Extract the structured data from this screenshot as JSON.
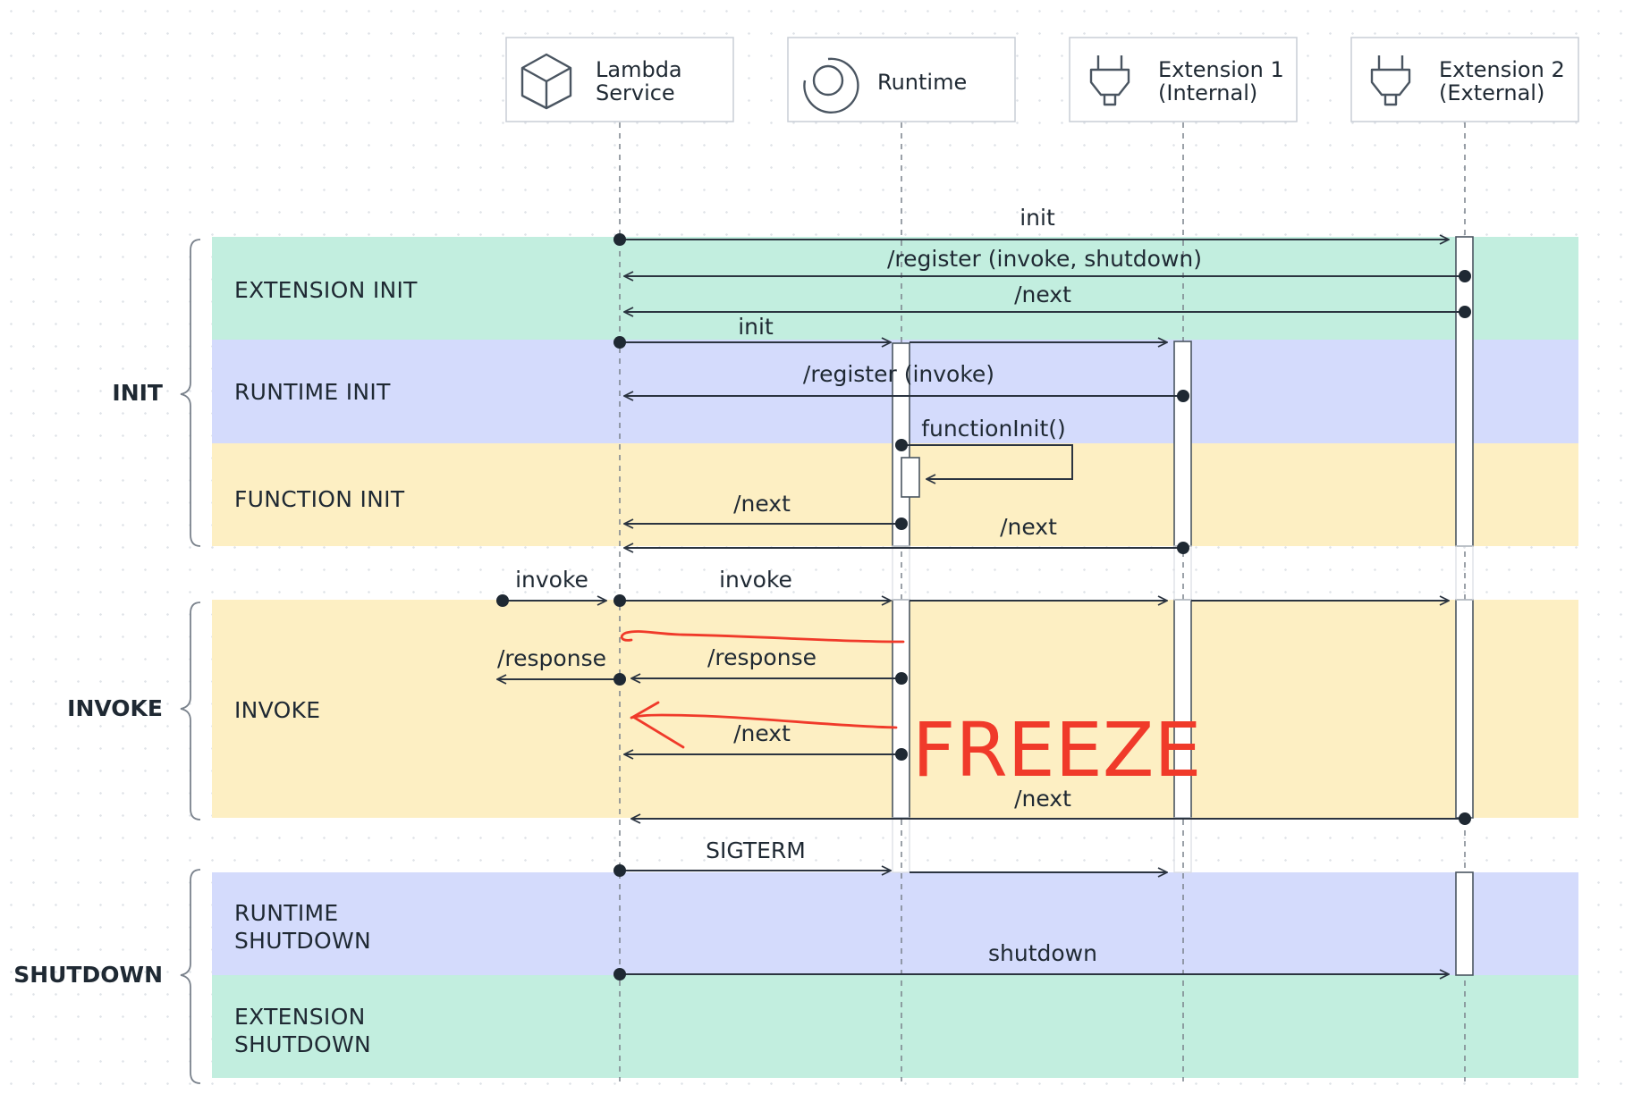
{
  "participants": [
    {
      "name": "Lambda",
      "sub": "Service",
      "icon": "cube-icon"
    },
    {
      "name": "Runtime",
      "sub": "",
      "icon": "circle-runtime-icon"
    },
    {
      "name": "Extension 1",
      "sub": "(Internal)",
      "icon": "plug-icon"
    },
    {
      "name": "Extension 2",
      "sub": "(External)",
      "icon": "plug-icon"
    }
  ],
  "groups": {
    "init": "INIT",
    "invoke": "INVOKE",
    "shutdown": "SHUTDOWN"
  },
  "phases": {
    "extension_init": "EXTENSION INIT",
    "runtime_init": "RUNTIME INIT",
    "function_init": "FUNCTION INIT",
    "invoke": "INVOKE",
    "runtime_shutdown_1": "RUNTIME",
    "runtime_shutdown_2": "SHUTDOWN",
    "extension_shutdown_1": "EXTENSION",
    "extension_shutdown_2": "SHUTDOWN"
  },
  "messages": {
    "init_ext": "init",
    "register_ext": "/register (invoke, shutdown)",
    "next_ext2": "/next",
    "init_runtime": "init",
    "register_rt": "/register (invoke)",
    "function_init": "functionInit()",
    "next_rt_init": "/next",
    "next_ext1_init": "/next",
    "invoke_in": "invoke",
    "invoke_out": "invoke",
    "response_out": "/response",
    "response_in": "/response",
    "next_rt_invoke": "/next",
    "next_ext_invoke": "/next",
    "sigterm": "SIGTERM",
    "shutdown": "shutdown"
  },
  "annotation": {
    "freeze": "FREEZE"
  },
  "colors": {
    "teal_band": "#c2eedf",
    "blue_band": "#d4dbfc",
    "yellow_band": "#fdefc3",
    "line": "#2b3440",
    "annotation_red": "#f03a2a"
  }
}
